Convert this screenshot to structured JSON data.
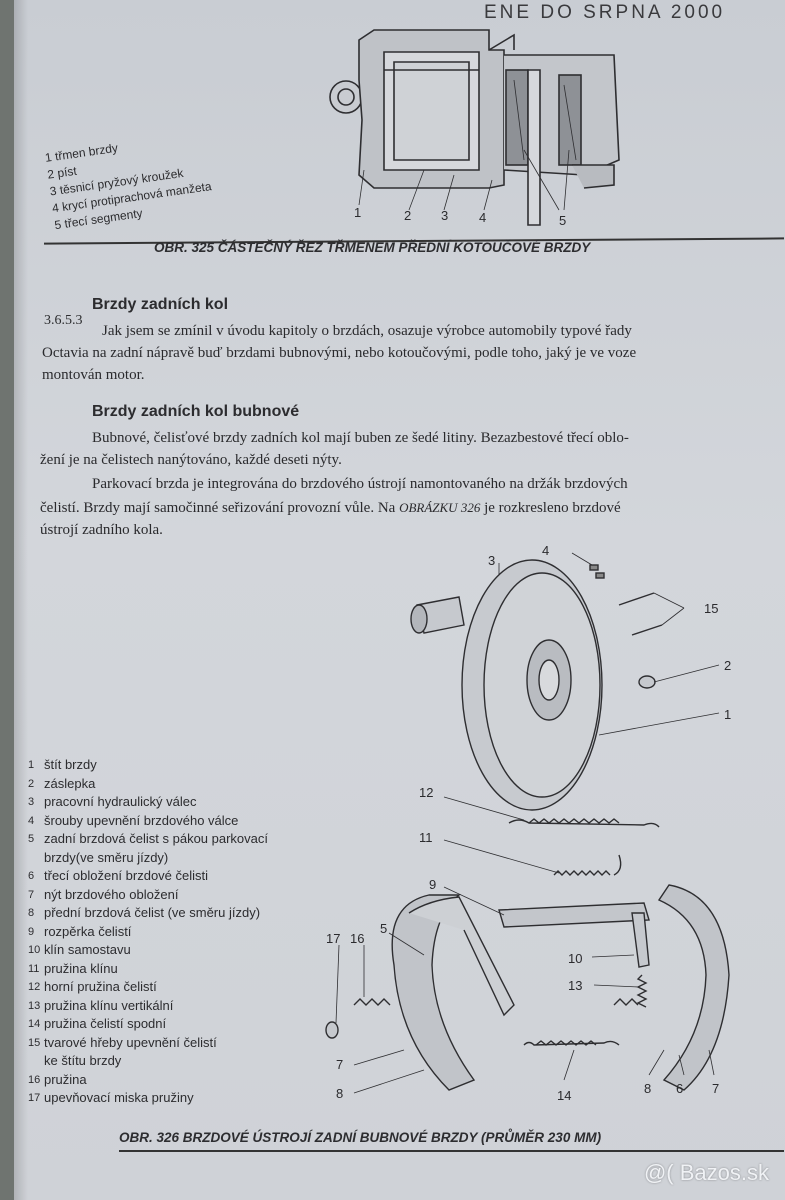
{
  "running_head": "ENE DO SRPNA 2000",
  "figure325": {
    "legend": [
      "třmen brzdy",
      "píst",
      "těsnicí pryžový kroužek",
      "krycí protiprachová manžeta",
      "třecí segmenty"
    ],
    "legend_numbers": [
      "1",
      "2",
      "3",
      "4",
      "5"
    ],
    "callouts": [
      "1",
      "2",
      "3",
      "4",
      "5"
    ],
    "caption": "OBR. 325 ČÁSTEČNÝ ŘEZ TŘMENEM PŘEDNÍ KOTOUČOVÉ BRZDY"
  },
  "section": {
    "number": "3.6.5.3",
    "title": "Brzdy zadních kol",
    "paragraph_lines": [
      "Jak jsem se zmínil v úvodu kapitoly o brzdách, osazuje výrobce automobily typové řady",
      "Octavia na zadní nápravě buď brzdami bubnovými, nebo kotoučovými, podle toho, jaký je ve voze",
      "montován motor."
    ]
  },
  "subsection": {
    "title": "Brzdy zadních kol bubnové",
    "paragraph1_lines": [
      "Bubnové, čelisťové brzdy zadních kol mají buben ze šedé litiny. Bezazbestové třecí oblo-",
      "žení je na čelistech nanýtováno, každé deseti nýty."
    ],
    "paragraph2_lines": [
      "Parkovací brzda je integrována do brzdového ústrojí namontovaného na držák brzdových",
      "čelistí. Brzdy mají samočinné seřizování provozní vůle. Na",
      "OBRÁZKU 326",
      "je rozkresleno brzdové",
      "ústrojí zadního kola."
    ]
  },
  "figure326": {
    "legend": [
      {
        "n": "1",
        "text": "štít brzdy"
      },
      {
        "n": "2",
        "text": "záslepka"
      },
      {
        "n": "3",
        "text": "pracovní hydraulický válec"
      },
      {
        "n": "4",
        "text": "šrouby upevnění brzdového válce"
      },
      {
        "n": "5",
        "text": "zadní brzdová čelist s pákou parkovací"
      },
      {
        "n": "",
        "text": "brzdy(ve směru jízdy)"
      },
      {
        "n": "6",
        "text": "třecí obložení brzdové čelisti"
      },
      {
        "n": "7",
        "text": "nýt brzdového obložení"
      },
      {
        "n": "8",
        "text": "přední brzdová čelist (ve směru jízdy)"
      },
      {
        "n": "9",
        "text": "rozpěrka čelistí"
      },
      {
        "n": "10",
        "text": "klín samostavu"
      },
      {
        "n": "11",
        "text": "pružina klínu"
      },
      {
        "n": "12",
        "text": "horní pružina čelistí"
      },
      {
        "n": "13",
        "text": "pružina klínu vertikální"
      },
      {
        "n": "14",
        "text": "pružina čelistí spodní"
      },
      {
        "n": "15",
        "text": "tvarové hřeby upevnění čelistí"
      },
      {
        "n": "",
        "text": "ke štítu brzdy"
      },
      {
        "n": "16",
        "text": "pružina"
      },
      {
        "n": "17",
        "text": "upevňovací miska pružiny"
      }
    ],
    "callouts": {
      "c1": "1",
      "c2": "2",
      "c3": "3",
      "c4": "4",
      "c5": "5",
      "c6": "6",
      "c7a": "7",
      "c7b": "7",
      "c8a": "8",
      "c8b": "8",
      "c9": "9",
      "c10": "10",
      "c11": "11",
      "c12": "12",
      "c13": "13",
      "c14": "14",
      "c15": "15",
      "c16": "16",
      "c17": "17"
    },
    "caption": "OBR. 326 BRZDOVÉ ÚSTROJÍ ZADNÍ BUBNOVÉ BRZDY (PRŮMĚR 230 MM)"
  },
  "watermark": "@( Bazos.sk"
}
